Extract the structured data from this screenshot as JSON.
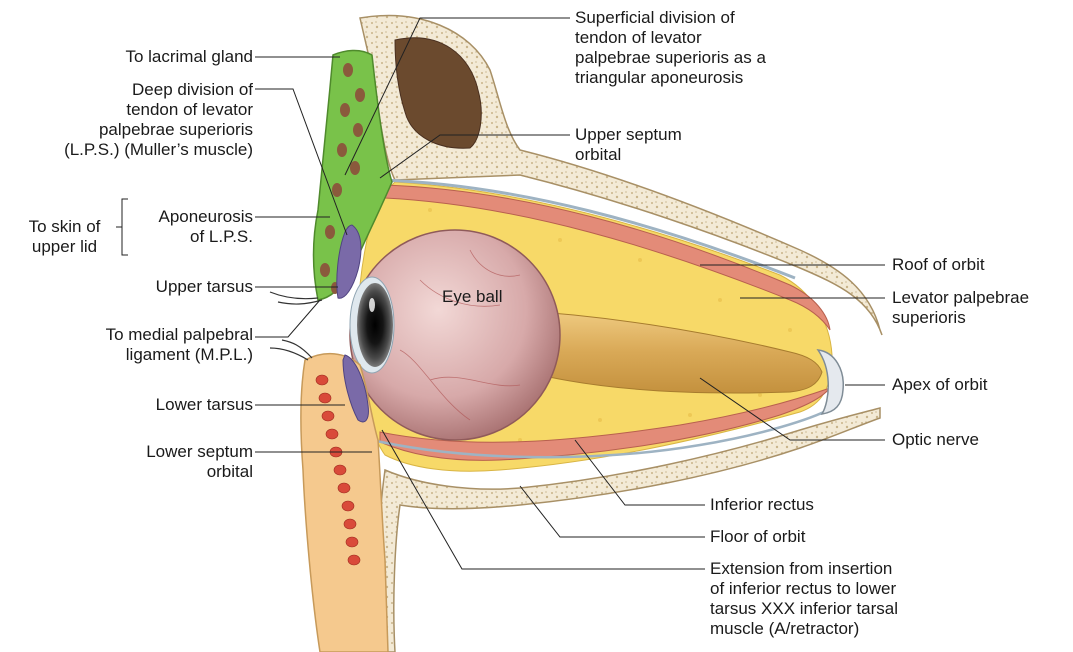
{
  "colors": {
    "bone": "#f3ead6",
    "bone_dots": "#c9b48a",
    "fat": "#f7d968",
    "fat_dark": "#e8c24a",
    "muscle": "#e38b78",
    "septum": "#b9c9d6",
    "gland": "#79c24a",
    "gland_lobule": "#8a5a3c",
    "eyeball": "#d7a9a9",
    "sclera_shade": "#b87a7a",
    "iris": "#2b2b2b",
    "nerve": "#e2b86a",
    "tarsus": "#7a6aa8",
    "skin": "#f5c98e",
    "leader": "#222222"
  },
  "labels": {
    "to_lacrimal_gland": "To lacrimal gland",
    "deep_division": "Deep division of\ntendon of levator\npalpebrae superioris\n(L.P.S.) (Muller’s muscle)",
    "to_skin_of_upper_lid": "To skin of\nupper lid",
    "aponeurosis": "Aponeurosis\nof L.P.S.",
    "upper_tarsus": "Upper tarsus",
    "to_medial_palpebral": "To medial palpebral\nligament (M.P.L.)",
    "lower_tarsus": "Lower tarsus",
    "lower_septum": "Lower septum\norbital",
    "superficial_division": "Superficial division of\ntendon of levator\npalpebrae superioris as a\ntriangular aponeurosis",
    "upper_septum": "Upper septum\norbital",
    "eye_ball": "Eye ball",
    "roof_of_orbit": "Roof of orbit",
    "levator": "Levator palpebrae\nsuperioris",
    "apex_of_orbit": "Apex of orbit",
    "optic_nerve": "Optic nerve",
    "inferior_rectus": "Inferior rectus",
    "floor_of_orbit": "Floor of orbit",
    "extension": "Extension from insertion\nof inferior rectus to lower\ntarsus XXX inferior tarsal\nmuscle (A/retractor)"
  }
}
